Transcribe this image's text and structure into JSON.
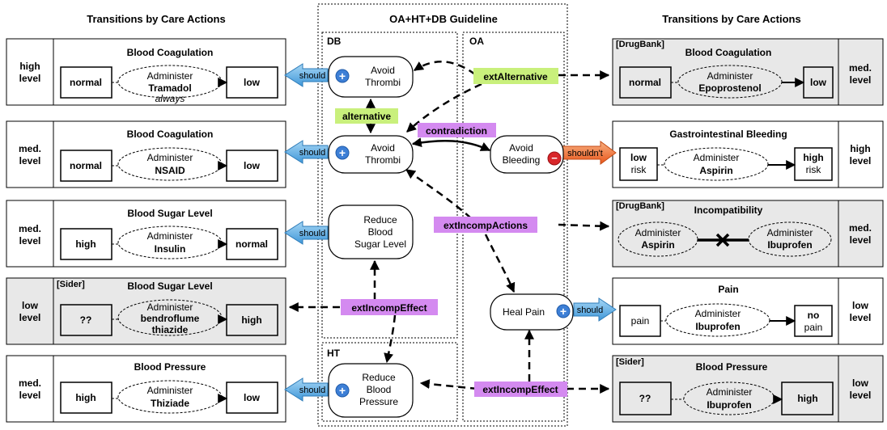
{
  "headers": {
    "left": "Transitions by Care Actions",
    "center": "OA+HT+DB Guideline",
    "right": "Transitions by Care Actions"
  },
  "sections": {
    "db": "DB",
    "oa": "OA",
    "ht": "HT"
  },
  "sources": {
    "drugbank": "[DrugBank]",
    "sider": "[Sider]"
  },
  "guideline_nodes": {
    "avoid_thrombi_1": [
      "Avoid",
      "Thrombi"
    ],
    "avoid_thrombi_2": [
      "Avoid",
      "Thrombi"
    ],
    "reduce_sugar": [
      "Reduce",
      "Blood",
      "Sugar Level"
    ],
    "reduce_pressure": [
      "Reduce",
      "Blood",
      "Pressure"
    ],
    "avoid_bleeding": [
      "Avoid",
      "Bleeding"
    ],
    "heal_pain": "Heal Pain"
  },
  "badges": {
    "should": "should",
    "shouldnt": "shouldn't",
    "plus": "+",
    "minus": "−"
  },
  "relations": {
    "ext_alternative": "extAlternative",
    "alternative": "alternative",
    "contradiction": "contradiction",
    "ext_incomp_actions": "extIncompActions",
    "ext_incomp_effect_1": "extIncompEffect",
    "ext_incomp_effect_2": "extIncompEffect"
  },
  "left_panels": [
    {
      "level": [
        "high",
        "level"
      ],
      "title": "Blood Coagulation",
      "from": [
        "normal"
      ],
      "action": "Administer",
      "drug": "Tramadol",
      "note": "always",
      "to": [
        "low"
      ]
    },
    {
      "level": [
        "med.",
        "level"
      ],
      "title": "Blood Coagulation",
      "from": [
        "normal"
      ],
      "action": "Administer",
      "drug": "NSAID",
      "note": "",
      "to": [
        "low"
      ]
    },
    {
      "level": [
        "med.",
        "level"
      ],
      "title": "Blood Sugar Level",
      "from": [
        "high"
      ],
      "action": "Administer",
      "drug": "Insulin",
      "note": "",
      "to": [
        "normal"
      ]
    },
    {
      "level": [
        "low",
        "level"
      ],
      "title": "Blood Sugar Level",
      "from": [
        "??"
      ],
      "action": "Administer",
      "drug": "bendroflume",
      "drug2": "thiazide",
      "note": "",
      "to": [
        "high"
      ]
    },
    {
      "level": [
        "med.",
        "level"
      ],
      "title": "Blood Pressure",
      "from": [
        "high"
      ],
      "action": "Administer",
      "drug": "Thiziade",
      "note": "",
      "to": [
        "low"
      ]
    }
  ],
  "right_panels": [
    {
      "level": [
        "med.",
        "level"
      ],
      "title": "Blood Coagulation",
      "from": [
        "normal"
      ],
      "action": "Administer",
      "drug": "Epoprostenol",
      "to": [
        "low"
      ]
    },
    {
      "level": [
        "high",
        "level"
      ],
      "title": "Gastrointestinal Bleeding",
      "from": [
        "low",
        "risk"
      ],
      "action": "Administer",
      "drug": "Aspirin",
      "to": [
        "high",
        "risk"
      ]
    },
    {
      "level": [
        "med.",
        "level"
      ],
      "title": "Incompatibility",
      "left": {
        "action": "Administer",
        "drug": "Aspirin"
      },
      "right": {
        "action": "Administer",
        "drug": "Ibuprofen"
      }
    },
    {
      "level": [
        "low",
        "level"
      ],
      "title": "Pain",
      "from": [
        "pain"
      ],
      "action": "Administer",
      "drug": "Ibuprofen",
      "to": [
        "no",
        "pain"
      ]
    },
    {
      "level": [
        "low",
        "level"
      ],
      "title": "Blood Pressure",
      "from": [
        "??"
      ],
      "action": "Administer",
      "drug": "Ibuprofen",
      "to": [
        "high"
      ]
    }
  ],
  "colors": {
    "should_arrow": "#58aee6",
    "shouldnt_arrow": "#f07438",
    "green_label": "#c9f07c",
    "purple_label": "#d48af0",
    "grey_panel": "#e8e8e8",
    "plus_icon": "#3d7fd6",
    "minus_icon": "#d8262a"
  }
}
